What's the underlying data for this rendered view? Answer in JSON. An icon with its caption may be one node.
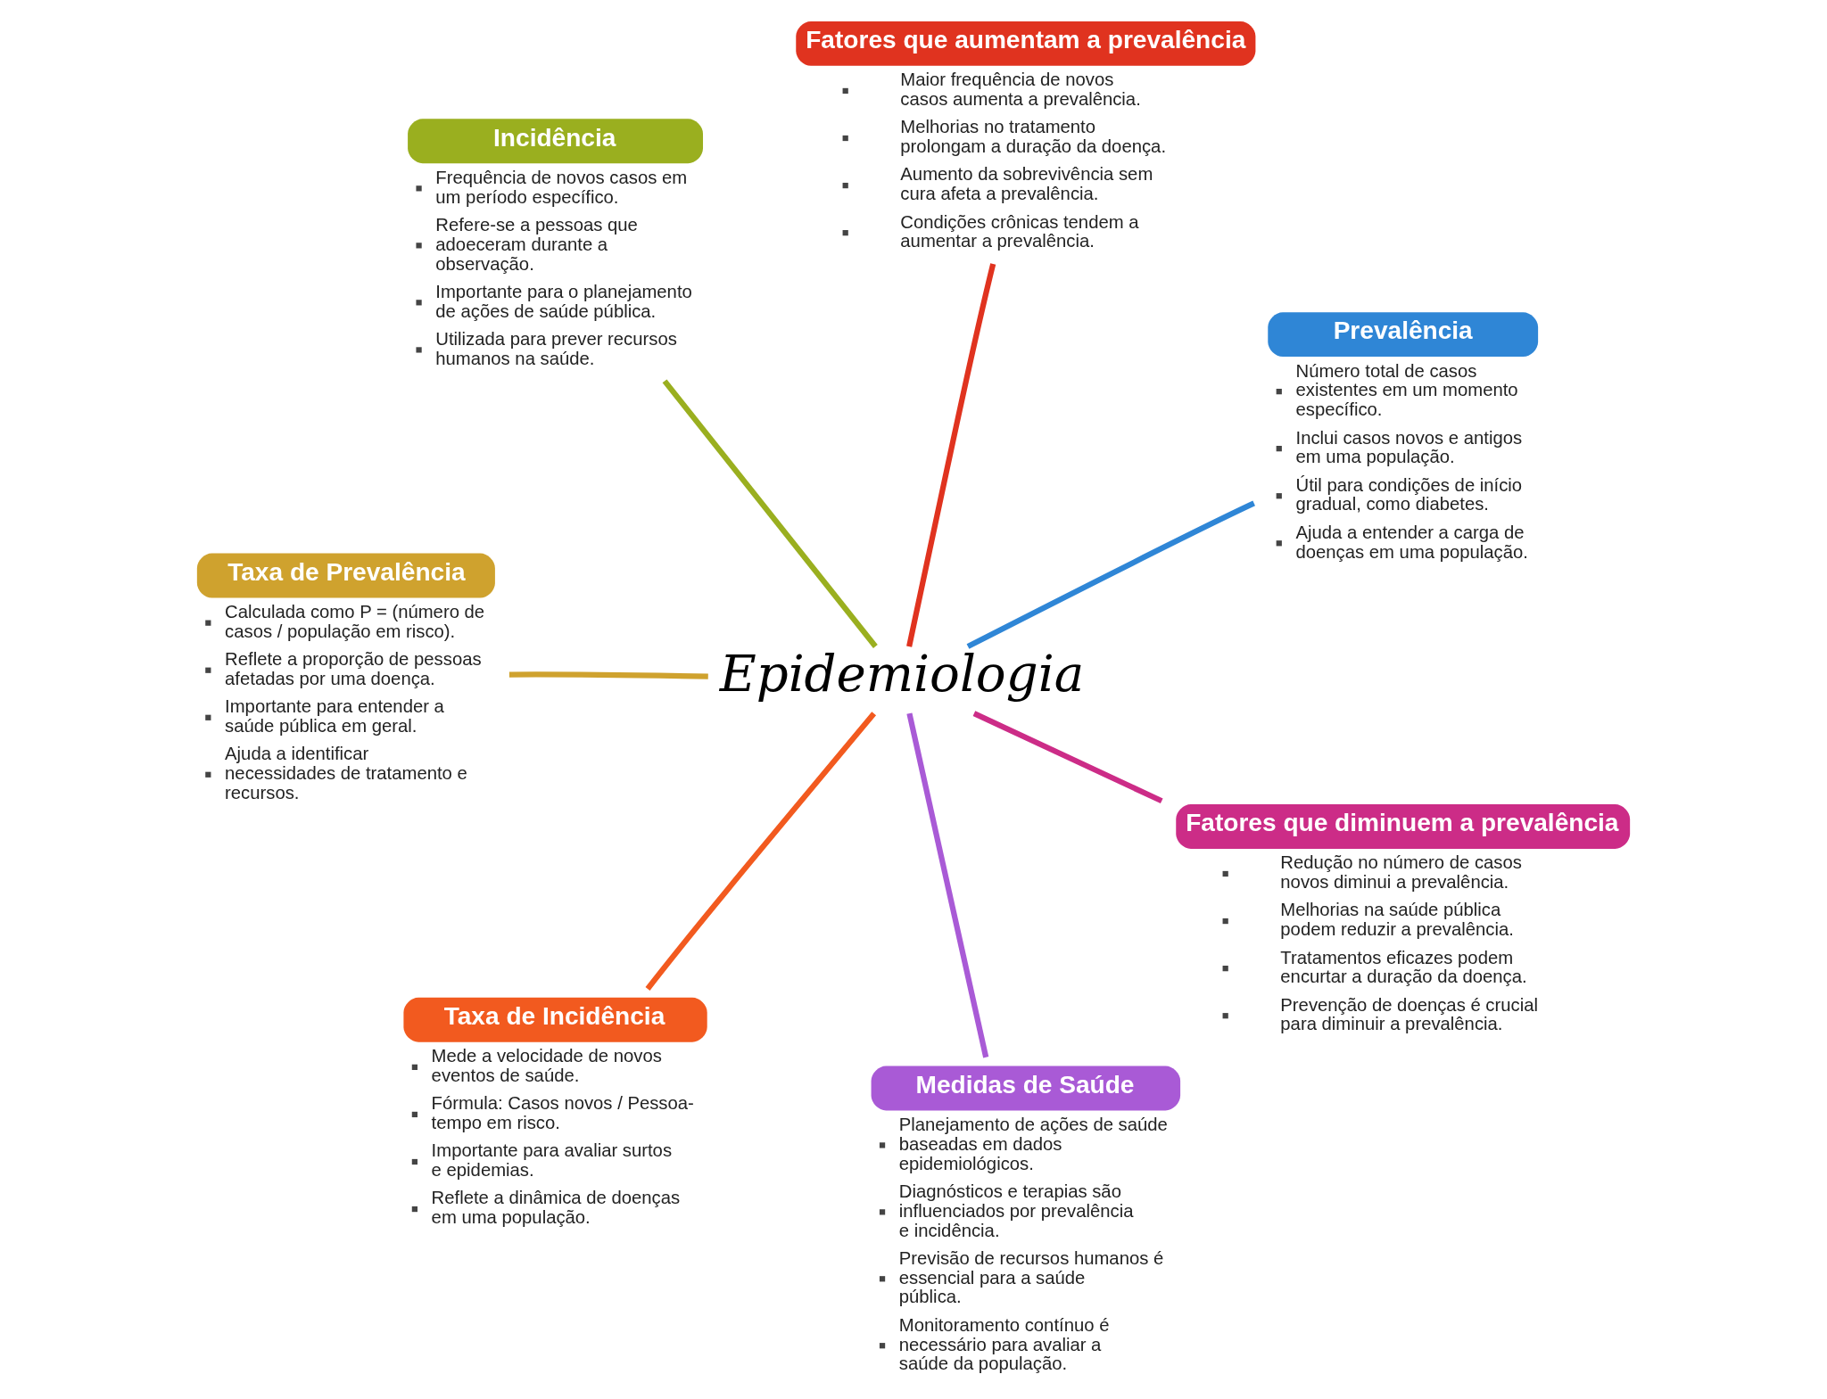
{
  "diagram": {
    "nodes": [
      {
        "text": [
          "Epidemiologia"
        ]
      },
      {
        "text": [
          "Prevalência",
          "Número total de casos existentes em um momento específico.",
          "Inclui casos novos e antigos em uma população.",
          "Útil para condições de início gradual, como diabetes.",
          "Ajuda a entender a carga de doenças em uma população."
        ]
      },
      {
        "text": [
          "Fatores que aumentam a prevalência",
          "Maior frequência de novos casos aumenta a prevalência.",
          "Melhorias no tratamento prolongam a duração da doença.",
          "Aumento da sobrevivência sem cura afeta a prevalência.",
          "Condições crônicas tendem a aumentar a prevalência."
        ]
      },
      {
        "text": [
          "Incidência",
          "Frequência de novos casos em um período específico.",
          "Refere-se a pessoas que adoeceram durante a observação.",
          "Importante para o planejamento de ações de saúde pública.",
          "Utilizada para prever recursos humanos na saúde."
        ]
      },
      {
        "text": [
          "Taxa de Prevalência",
          "Calculada como P = (número de casos / população em risco).",
          "Reflete a proporção de pessoas afetadas por uma doença.",
          "Importante para entender a saúde pública em geral.",
          "Ajuda a identificar necessidades de tratamento e recursos."
        ]
      },
      {
        "text": [
          "Taxa de Incidência",
          "Mede a velocidade de novos eventos de saúde.",
          "Fórmula: Casos novos / Pessoa-tempo em risco.",
          "Importante para avaliar surtos e epidemias.",
          "Reflete a dinâmica de doenças em uma população."
        ]
      },
      {
        "text": [
          "Medidas de Saúde",
          "Planejamento de ações de saúde baseadas em dados epidemiológicos.",
          "Diagnósticos e terapias são influenciados por prevalência e incidência.",
          "Previsão de recursos humanos é essencial para a saúde pública.",
          "Monitoramento contínuo é necessário para avaliar a saúde da população."
        ]
      },
      {
        "text": [
          "Fatores que diminuem a prevalência",
          "Redução no número de casos novos diminui a prevalência.",
          "Melhorias na saúde pública podem reduzir a prevalência.",
          "Tratamentos eficazes podem encurtar a duração da doença.",
          "Prevenção de doenças é crucial para diminuir a prevalência."
        ]
      }
    ],
    "edges": [
      {
        "from": 0,
        "to": 1,
        "arrow": "none",
        "color": "#2f86d6"
      },
      {
        "from": 0,
        "to": 2,
        "arrow": "none",
        "color": "#e0331f"
      },
      {
        "from": 0,
        "to": 3,
        "arrow": "none",
        "color": "#9aaf1f"
      },
      {
        "from": 0,
        "to": 4,
        "arrow": "none",
        "color": "#cfa22e"
      },
      {
        "from": 0,
        "to": 5,
        "arrow": "none",
        "color": "#f25a1f"
      },
      {
        "from": 0,
        "to": 6,
        "arrow": "none",
        "color": "#a95ad6"
      },
      {
        "from": 0,
        "to": 7,
        "arrow": "none",
        "color": "#cc2c87"
      }
    ]
  }
}
